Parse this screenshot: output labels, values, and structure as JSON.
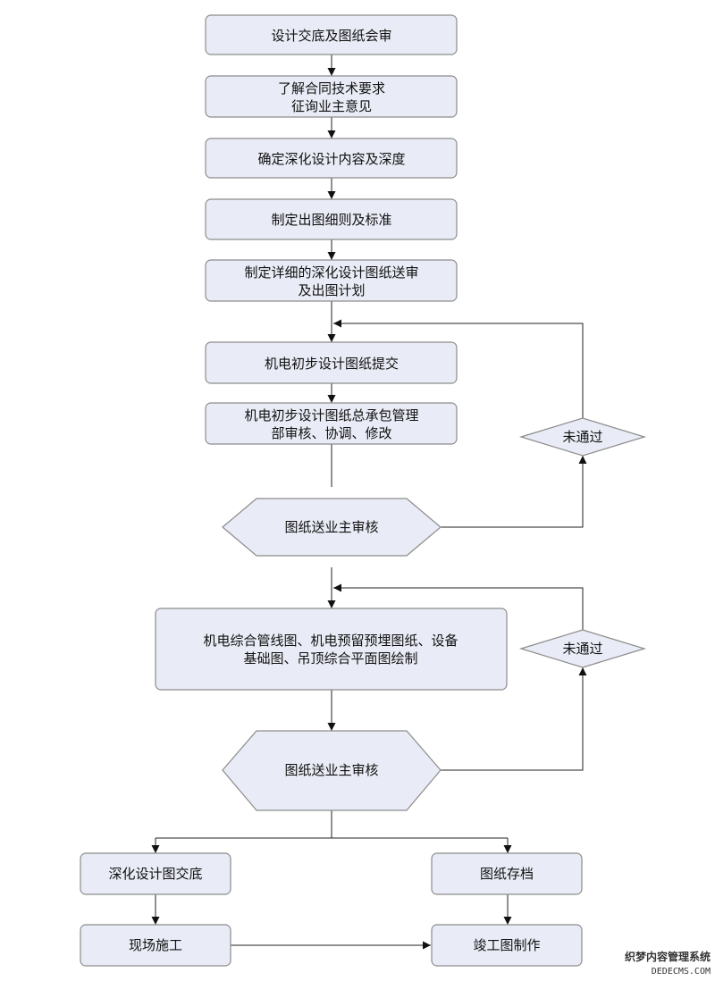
{
  "steps": {
    "s1": "设计交底及图纸会审",
    "s2_l1": "了解合同技术要求",
    "s2_l2": "征询业主意见",
    "s3": "确定深化设计内容及深度",
    "s4": "制定出图细则及标准",
    "s5_l1": "制定详细的深化设计图纸送审",
    "s5_l2": "及出图计划",
    "s6": "机电初步设计图纸提交",
    "s7_l1": "机电初步设计图纸总承包管理",
    "s7_l2": "部审核、协调、修改",
    "d1": "图纸送业主审核",
    "r1": "未通过",
    "s8_l1": "机电综合管线图、机电预留预埋图纸、设备",
    "s8_l2": "基础图、吊顶综合平面图绘制",
    "d2": "图纸送业主审核",
    "r2": "未通过",
    "s9": "深化设计图交底",
    "s10": "图纸存档",
    "s11": "现场施工",
    "s12": "竣工图制作"
  },
  "watermark": {
    "line1": "织梦内容管理系统",
    "line2": "DEDECMS.COM"
  }
}
